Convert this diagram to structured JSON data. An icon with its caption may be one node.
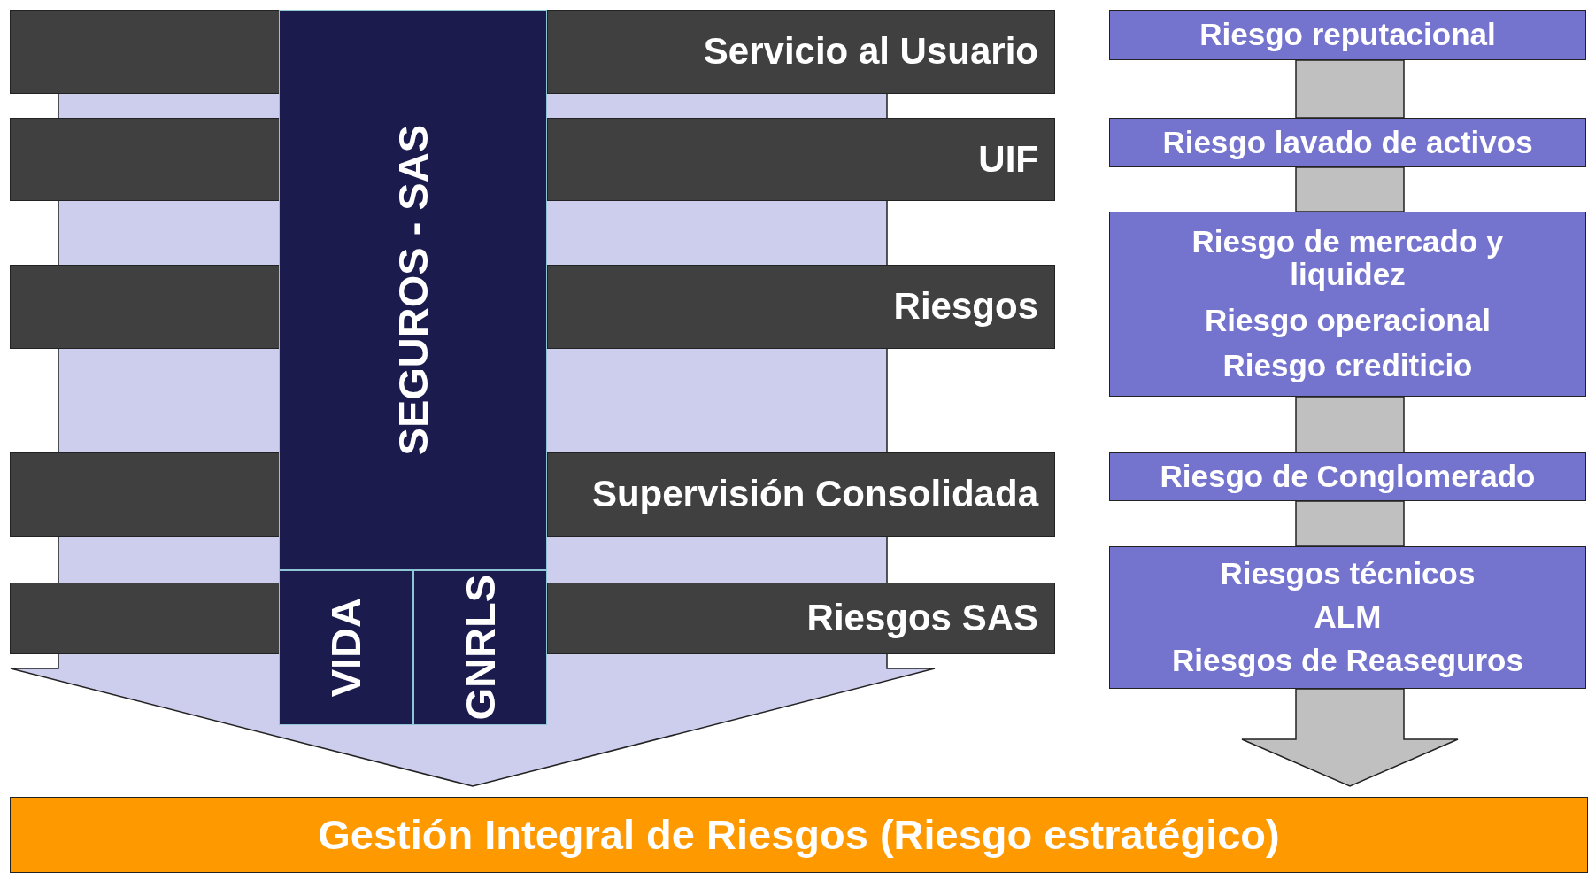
{
  "diagram": {
    "nodes": [
      {
        "text": [
          "Servicio al Usuario"
        ]
      },
      {
        "text": [
          "UIF"
        ]
      },
      {
        "text": [
          "Riesgos"
        ]
      },
      {
        "text": [
          "Supervisión Consolidada"
        ]
      },
      {
        "text": [
          "Riesgos SAS"
        ]
      },
      {
        "text": [
          "SEGUROS - SAS"
        ]
      },
      {
        "text": [
          "VIDA"
        ]
      },
      {
        "text": [
          "GNRLS"
        ]
      },
      {
        "text": [
          "Riesgo reputacional"
        ]
      },
      {
        "text": [
          "Riesgo lavado de activos"
        ]
      },
      {
        "text": [
          "Riesgo de mercado y liquidez",
          "Riesgo operacional",
          "Riesgo crediticio"
        ]
      },
      {
        "text": [
          "Riesgo de Conglomerado"
        ]
      },
      {
        "text": [
          "Riesgos técnicos",
          "ALM",
          "Riesgos de Reaseguros"
        ]
      },
      {
        "text": [
          "Gestión Integral de Riesgos (Riesgo estratégico)"
        ]
      },
      {
        "text": [],
        "shape": "bar"
      },
      {
        "text": [],
        "shape": "bar"
      },
      {
        "text": [],
        "shape": "bar"
      },
      {
        "text": [],
        "shape": "bar"
      },
      {
        "text": [],
        "shape": "bar"
      }
    ],
    "edges": [
      {
        "from": null,
        "to": 13,
        "arrow": "to",
        "style": "thick",
        "color": "#cdcdee"
      },
      {
        "from": 8,
        "to": 9,
        "arrow": "none",
        "style": "thick"
      },
      {
        "from": 9,
        "to": 10,
        "arrow": "none",
        "style": "thick"
      },
      {
        "from": 10,
        "to": 11,
        "arrow": "none",
        "style": "thick"
      },
      {
        "from": 11,
        "to": 12,
        "arrow": "none",
        "style": "thick"
      },
      {
        "from": 12,
        "to": 13,
        "arrow": "to",
        "style": "thick"
      }
    ]
  }
}
